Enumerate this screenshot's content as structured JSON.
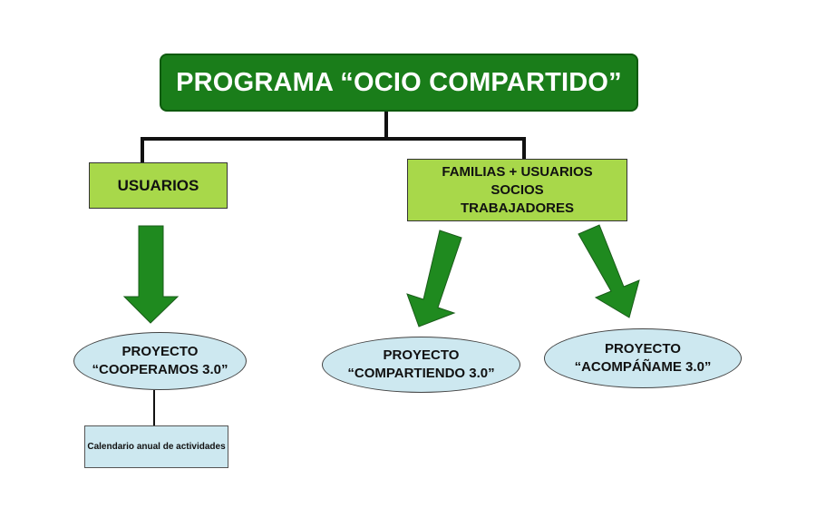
{
  "title": "PROGRAMA “OCIO COMPARTIDO”",
  "branches": {
    "usuarios": "USUARIOS",
    "familias": {
      "line1": "FAMILIAS + USUARIOS",
      "line2": "SOCIOS",
      "line3": "TRABAJADORES"
    }
  },
  "projects": {
    "cooperamos": {
      "line1": "PROYECTO",
      "line2": "“COOPERAMOS 3.0”"
    },
    "compartiendo": {
      "line1": "PROYECTO",
      "line2": "“COMPARTIENDO 3.0”"
    },
    "acompaname": {
      "line1": "PROYECTO",
      "line2": "“ACOMPÁÑAME 3.0”"
    }
  },
  "activities": {
    "calendar": "Calendario anual de actividades"
  },
  "colors": {
    "title_fill": "#1a7d1a",
    "branch_fill": "#a8d84a",
    "arrow_fill": "#1f8a1f",
    "project_fill": "#cde8f0",
    "connector": "#111111"
  }
}
